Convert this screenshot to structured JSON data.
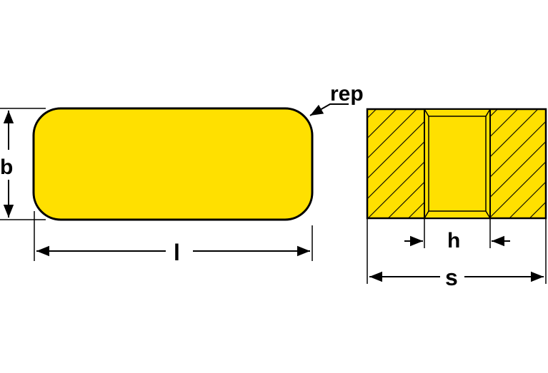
{
  "colors": {
    "fill": "#FFE000",
    "outline": "#000000",
    "background": "#FFFFFF"
  },
  "labels": {
    "radius": "rep",
    "width": "b",
    "length": "l",
    "slot": "h",
    "total": "s"
  }
}
